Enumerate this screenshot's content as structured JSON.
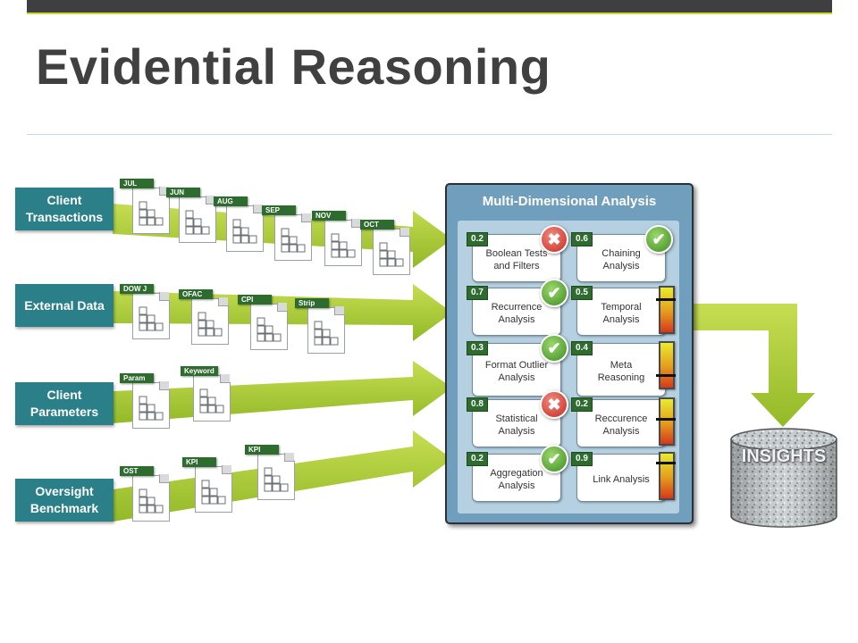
{
  "title": "Evidential Reasoning",
  "categories": [
    {
      "key": "transactions",
      "label": "Client Transactions"
    },
    {
      "key": "external",
      "label": "External Data"
    },
    {
      "key": "parameters",
      "label": "Client Parameters"
    },
    {
      "key": "benchmark",
      "label": "Oversight Benchmark"
    }
  ],
  "rows": [
    {
      "key": "transactions",
      "docs": [
        "JUL",
        "JUN",
        "AUG",
        "SEP",
        "NOV",
        "OCT"
      ]
    },
    {
      "key": "external",
      "docs": [
        "DOW J",
        "OFAC",
        "CPI",
        "Strip"
      ]
    },
    {
      "key": "parameters",
      "docs": [
        "Param",
        "Keyword"
      ]
    },
    {
      "key": "benchmark",
      "docs": [
        "OST",
        "KPI",
        "KPI"
      ]
    }
  ],
  "panel": {
    "title": "Multi-Dimensional Analysis",
    "left": [
      {
        "label": "Boolean Tests and Filters",
        "score": "0.2",
        "status": "fail"
      },
      {
        "label": "Recurrence Analysis",
        "score": "0.7",
        "status": "pass"
      },
      {
        "label": "Format Outlier Analysis",
        "score": "0.3",
        "status": "pass"
      },
      {
        "label": "Statistical Analysis",
        "score": "0.8",
        "status": "fail"
      },
      {
        "label": "Aggregation Analysis",
        "score": "0.2",
        "status": "pass"
      }
    ],
    "right": [
      {
        "label": "Chaining Analysis",
        "score": "0.6",
        "status": "pass",
        "gauge": null
      },
      {
        "label": "Temporal Analysis",
        "score": "0.5",
        "gauge": 0.25
      },
      {
        "label": "Meta Reasoning",
        "score": "0.4",
        "gauge": 0.75
      },
      {
        "label": "Reccurence Analysis",
        "score": "0.2",
        "gauge": 0.45
      },
      {
        "label": "Link Analysis",
        "score": "0.9",
        "gauge": 0.2
      }
    ]
  },
  "insights": "INSIGHTS",
  "colors": {
    "category": "#2a7f89",
    "arrow": "#a7c838",
    "score": "#2e6b2f",
    "panel": "#6f9fbd",
    "topbar": "#3f3f42"
  }
}
